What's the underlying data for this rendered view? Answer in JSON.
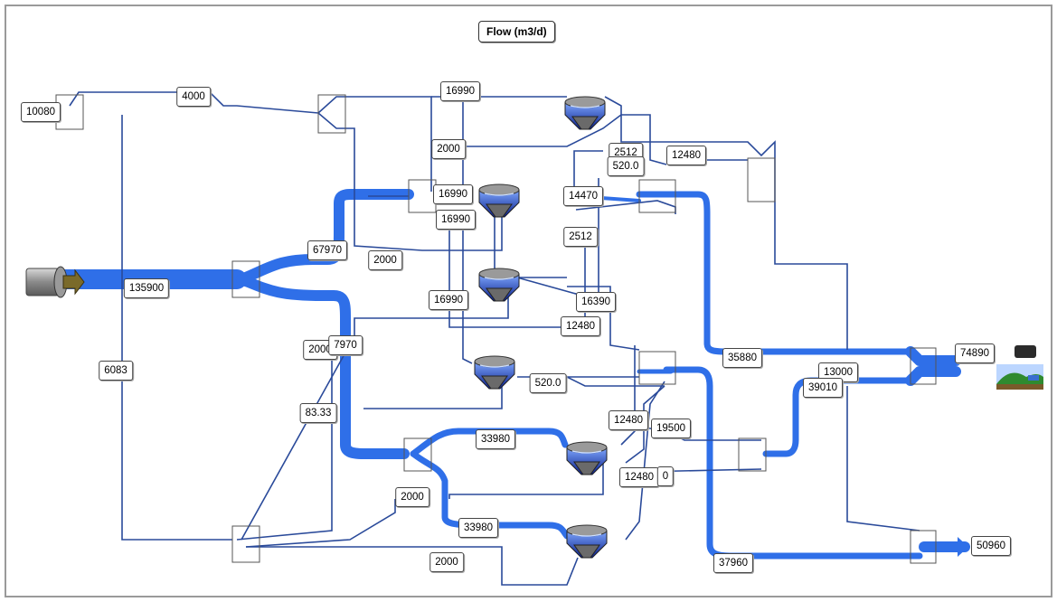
{
  "title": "Flow (m3/d)",
  "colors": {
    "flow": "#2f6fe8",
    "thin_line": "#2a4a9a",
    "box_line": "#555555",
    "frame": "#9a9a9a"
  },
  "icons": {
    "inlet": "inlet-pump-icon",
    "clarifier": "clarifier-icon",
    "outfall": "outfall-landscape-icon"
  },
  "labels": [
    "10080",
    "4000",
    "16990",
    "2000",
    "2512",
    "520.0",
    "12480",
    "16990",
    "16990",
    "14470",
    "67970",
    "2000",
    "2512",
    "135900",
    "16990",
    "16390",
    "12480",
    "2000",
    "7970",
    "35880",
    "74890",
    "13000",
    "39010",
    "6083",
    "520.0",
    "83.33",
    "12480",
    "19500",
    "33980",
    "12480",
    "0",
    "2000",
    "33980",
    "2000",
    "37960",
    "50960"
  ]
}
